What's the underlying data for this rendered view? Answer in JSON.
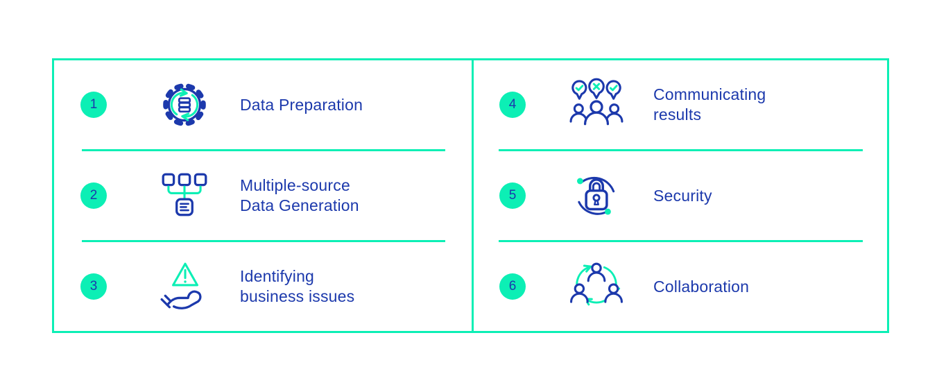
{
  "colors": {
    "accent": "#0CEFB5",
    "primary": "#1C39AC",
    "background": "#FFFFFF"
  },
  "left_panel": {
    "items": [
      {
        "number": "1",
        "label": "Data Preparation",
        "icon": "gear-sync-database-icon"
      },
      {
        "number": "2",
        "label": "Multiple-source\nData Generation",
        "icon": "multi-source-merge-document-icon"
      },
      {
        "number": "3",
        "label": "Identifying\nbusiness issues",
        "icon": "hand-warning-triangle-icon"
      }
    ]
  },
  "right_panel": {
    "items": [
      {
        "number": "4",
        "label": "Communicating\nresults",
        "icon": "people-speech-check-icon"
      },
      {
        "number": "5",
        "label": "Security",
        "icon": "padlock-orbit-icon"
      },
      {
        "number": "6",
        "label": "Collaboration",
        "icon": "people-cycle-arrows-icon"
      }
    ]
  }
}
